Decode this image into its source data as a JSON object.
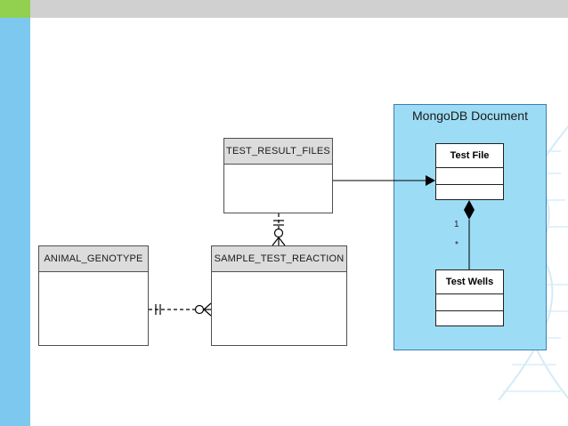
{
  "entities": {
    "test_result_files": "TEST_RESULT_FILES",
    "animal_genotype": "ANIMAL_GENOTYPE",
    "sample_test_reaction": "SAMPLE_TEST_REACTION"
  },
  "mongo": {
    "title": "MongoDB Document",
    "test_file": "Test File",
    "test_wells": "Test Wells",
    "multiplicity_one": "1",
    "multiplicity_many": "*"
  },
  "colors": {
    "sidebar": "#7dc8ee",
    "accent": "#92d050",
    "container": "#9ddcf5",
    "header": "#dcdcdc"
  }
}
